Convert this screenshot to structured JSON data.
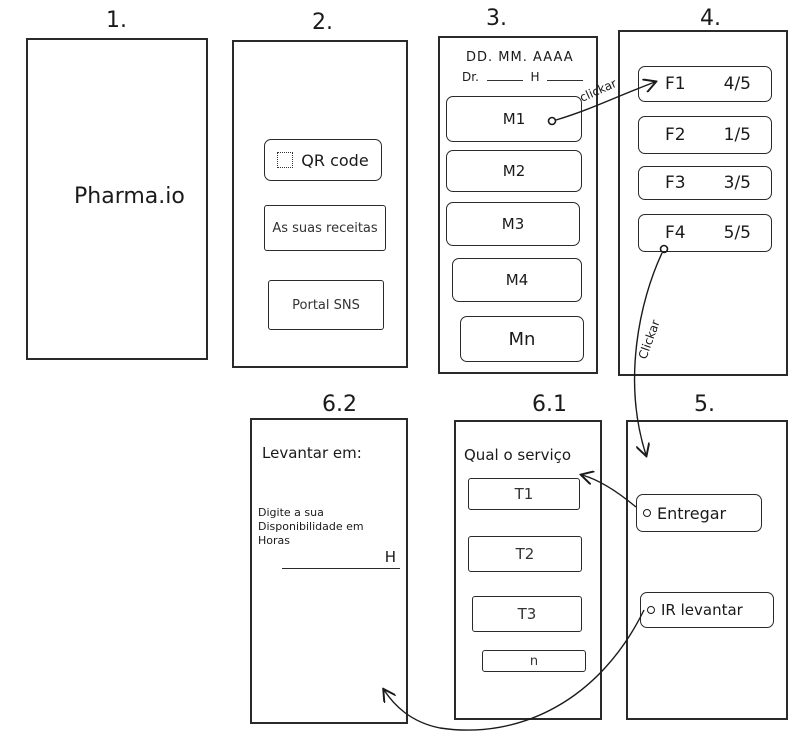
{
  "steps": {
    "s1": "1.",
    "s2": "2.",
    "s3": "3.",
    "s4": "4.",
    "s5": "5.",
    "s61": "6.1",
    "s62": "6.2"
  },
  "screen1": {
    "title": "Pharma.io"
  },
  "screen2": {
    "buttons": [
      "QR code",
      "As suas receitas",
      "Portal SNS"
    ]
  },
  "screen3": {
    "date": "DD. MM. AAAA",
    "doctor": "Dr.",
    "hour": "H",
    "items": [
      "M1",
      "M2",
      "M3",
      "M4",
      "Mn"
    ]
  },
  "screen4": {
    "rows": [
      {
        "name": "F1",
        "stock": "4/5"
      },
      {
        "name": "F2",
        "stock": "1/5"
      },
      {
        "name": "F3",
        "stock": "3/5"
      },
      {
        "name": "F4",
        "stock": "5/5"
      }
    ]
  },
  "screen5": {
    "options": [
      "Entregar",
      "IR levantar"
    ]
  },
  "screen61": {
    "title": "Qual o serviço",
    "items": [
      "T1",
      "T2",
      "T3",
      "n"
    ]
  },
  "screen62": {
    "title": "Levantar em:",
    "prompt_line1": "Digite a sua",
    "prompt_line2": "Disponibilidade em",
    "prompt_line3": "Horas",
    "unit": "H"
  },
  "annotations": {
    "click1": "clickar",
    "click2": "Clickar"
  }
}
